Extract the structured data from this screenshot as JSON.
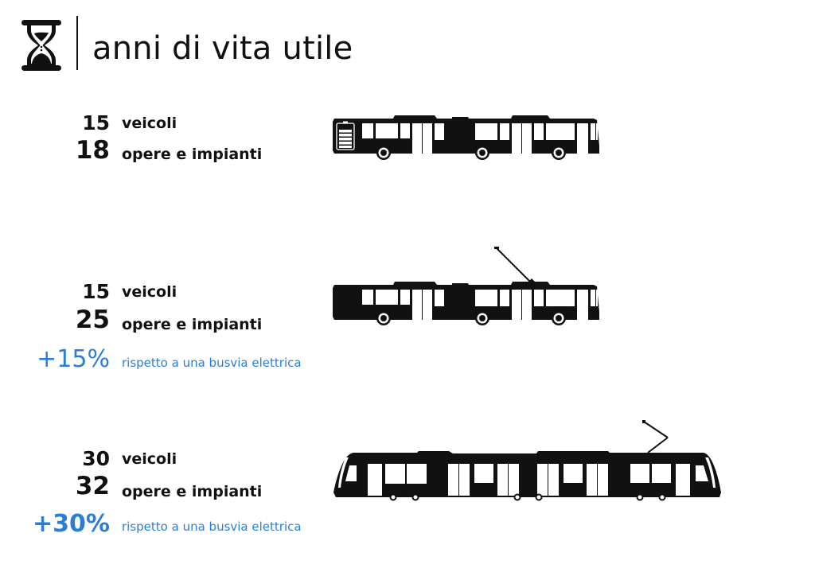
{
  "header": {
    "icon": "hourglass-icon",
    "title": "anni di vita utile"
  },
  "colors": {
    "text": "#111111",
    "accent": "#2a7fd4",
    "background": "#ffffff"
  },
  "sections": [
    {
      "vehicle": "electric-busway-battery-bus",
      "vehicle_icon": "battery-bus-icon",
      "rows": [
        {
          "value": "15",
          "label": "veicoli"
        },
        {
          "value": "18",
          "label": "opere e impianti"
        }
      ]
    },
    {
      "vehicle": "trolleybus",
      "vehicle_icon": "trolleybus-icon",
      "rows": [
        {
          "value": "15",
          "label": "veicoli"
        },
        {
          "value": "25",
          "label": "opere e impianti"
        }
      ],
      "comparison": {
        "value": "+15%",
        "label": "rispetto a una busvia elettrica"
      }
    },
    {
      "vehicle": "tram",
      "vehicle_icon": "tram-icon",
      "rows": [
        {
          "value": "30",
          "label": "veicoli"
        },
        {
          "value": "32",
          "label": "opere e impianti"
        }
      ],
      "comparison": {
        "value": "+30%",
        "label": "rispetto a una busvia elettrica"
      }
    }
  ]
}
